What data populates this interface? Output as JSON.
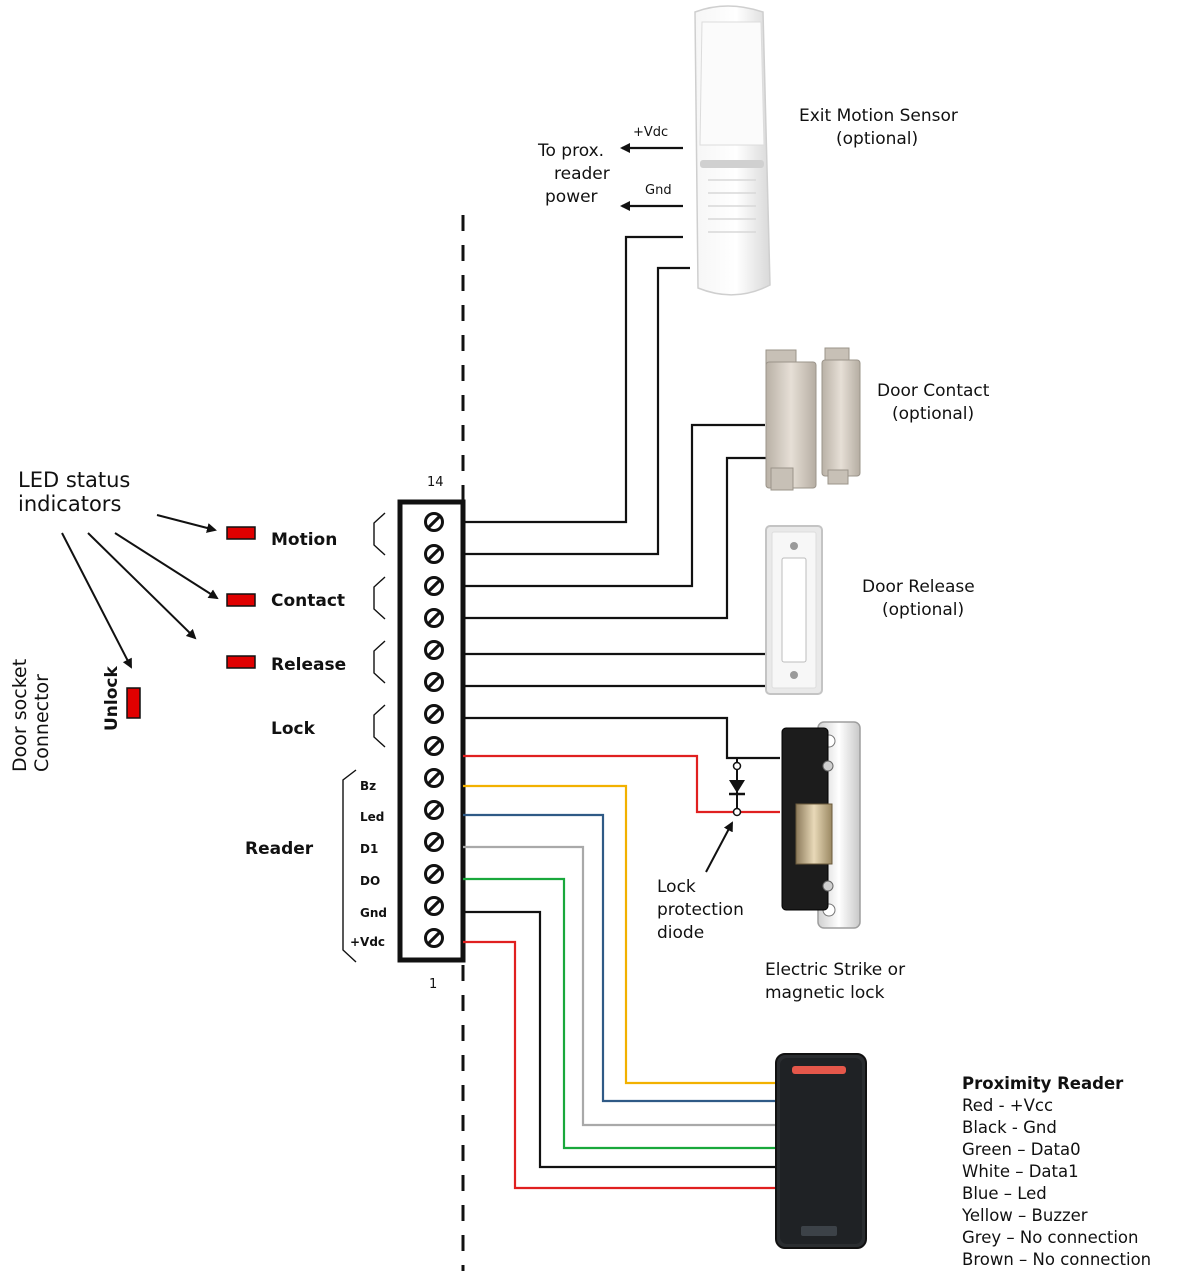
{
  "labels": {
    "led_status": [
      "LED status",
      "indicators"
    ],
    "door_socket": [
      "Door socket",
      "Connector"
    ],
    "terminal_top": "14",
    "terminal_bottom": "1",
    "reader_group": "Reader",
    "lock_group": "Lock",
    "diode": [
      "Lock",
      "protection",
      "diode"
    ]
  },
  "leds": {
    "motion": "Motion",
    "contact": "Contact",
    "release": "Release",
    "unlock": "Unlock"
  },
  "reader_pins": [
    "Bz",
    "Led",
    "D1",
    "DO",
    "Gnd",
    "+Vdc"
  ],
  "devices": {
    "motion_sensor": [
      "Exit Motion Sensor",
      "(optional)"
    ],
    "door_contact": [
      "Door Contact",
      "(optional)"
    ],
    "door_release": [
      "Door Release",
      "(optional)"
    ],
    "strike": [
      "Electric Strike or",
      "magnetic lock"
    ]
  },
  "power_out": {
    "vdc": "+Vdc",
    "gnd": "Gnd",
    "caption": [
      "To prox.",
      "reader",
      "power"
    ]
  },
  "prox_reader": {
    "title": "Proximity Reader",
    "lines": [
      "Red - +Vcc",
      "Black - Gnd",
      "Green – Data0",
      "White – Data1",
      "Blue – Led",
      "Yellow – Buzzer",
      "Grey – No connection",
      "Brown – No connection"
    ]
  },
  "colors": {
    "led_red": "#e00000",
    "wire_red": "#e02020",
    "wire_yellow": "#f2b100",
    "wire_blue": "#2f5a86",
    "wire_grey": "#a9a9a9",
    "wire_green": "#19a83c",
    "wire_black": "#111111"
  }
}
